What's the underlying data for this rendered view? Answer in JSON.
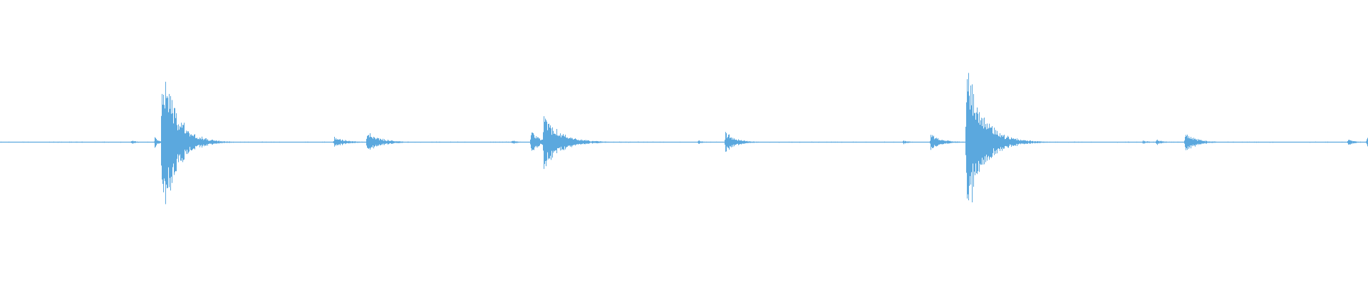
{
  "waveform": {
    "color": "#5ba8de",
    "baseline_amplitude": 0.004,
    "transients": [
      {
        "time": 0.096,
        "amplitude": 0.02,
        "decay": 0.003
      },
      {
        "time": 0.113,
        "amplitude": 0.05,
        "decay": 0.003
      },
      {
        "time": 0.118,
        "amplitude": 0.82,
        "decay": 0.01
      },
      {
        "time": 0.244,
        "amplitude": 0.05,
        "decay": 0.008
      },
      {
        "time": 0.268,
        "amplitude": 0.09,
        "decay": 0.01
      },
      {
        "time": 0.374,
        "amplitude": 0.02,
        "decay": 0.004
      },
      {
        "time": 0.388,
        "amplitude": 0.12,
        "decay": 0.005
      },
      {
        "time": 0.397,
        "amplitude": 0.25,
        "decay": 0.012
      },
      {
        "time": 0.51,
        "amplitude": 0.02,
        "decay": 0.003
      },
      {
        "time": 0.53,
        "amplitude": 0.09,
        "decay": 0.008
      },
      {
        "time": 0.66,
        "amplitude": 0.02,
        "decay": 0.004
      },
      {
        "time": 0.68,
        "amplitude": 0.07,
        "decay": 0.008
      },
      {
        "time": 0.706,
        "amplitude": 0.67,
        "decay": 0.012
      },
      {
        "time": 0.835,
        "amplitude": 0.02,
        "decay": 0.004
      },
      {
        "time": 0.845,
        "amplitude": 0.03,
        "decay": 0.004
      },
      {
        "time": 0.866,
        "amplitude": 0.09,
        "decay": 0.008
      },
      {
        "time": 0.985,
        "amplitude": 0.03,
        "decay": 0.005
      },
      {
        "time": 0.999,
        "amplitude": 0.05,
        "decay": 0.002
      }
    ]
  }
}
